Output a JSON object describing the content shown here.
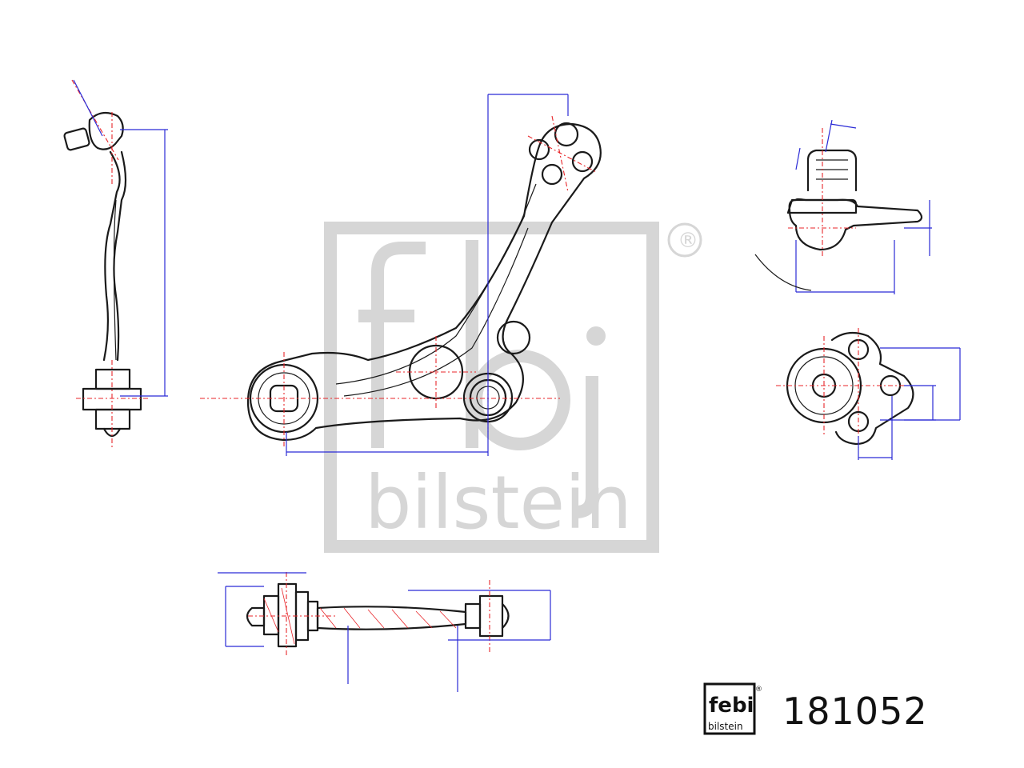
{
  "watermark": {
    "brand_mark": "febi",
    "brand_name": "bilstein",
    "registered_symbol": "®"
  },
  "footer": {
    "logo_brand_mark": "febi",
    "logo_brand_name": "bilstein",
    "logo_registered_symbol": "®",
    "part_number": "181052"
  },
  "colors": {
    "outline": "#1a1a1a",
    "dimension_lines": "#2b2bd6",
    "center_lines": "#e8262a",
    "watermark": "#d6d6d6",
    "background": "#ffffff"
  }
}
